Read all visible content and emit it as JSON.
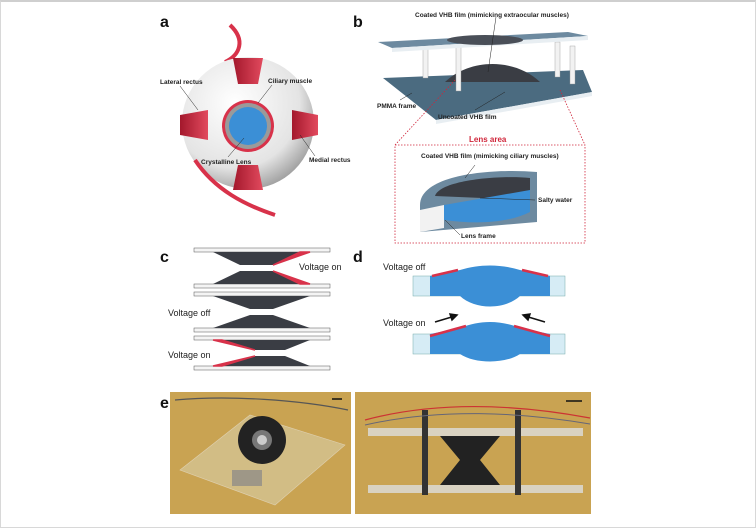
{
  "panels": {
    "a": "a",
    "b": "b",
    "c": "c",
    "d": "d",
    "e": "e"
  },
  "panel_a": {
    "lateral_rectus": "Lateral rectus",
    "ciliary_muscle": "Ciliary muscle",
    "crystalline_lens": "Crystalline Lens",
    "medial_rectus": "Medial rectus"
  },
  "panel_b": {
    "coated_extraocular": "Coated VHB film (mimicking extraocular muscles)",
    "pmma_frame": "PMMA frame",
    "uncoated_vhb": "Uncoated VHB film",
    "lens_area": "Lens area",
    "coated_ciliary": "Coated VHB film (mimicking ciliary muscles)",
    "salty_water": "Salty water",
    "lens_frame": "Lens frame"
  },
  "panel_c": {
    "voltage_on_top": "Voltage on",
    "voltage_off": "Voltage off",
    "voltage_on_bottom": "Voltage on"
  },
  "panel_d": {
    "voltage_off": "Voltage off",
    "voltage_on": "Voltage on"
  },
  "colors": {
    "muscle": "#d8324a",
    "lens": "#3b8fd6",
    "film": "#3a3d44",
    "plate": "#4b6b80",
    "photo_bg": "#c9a352"
  }
}
